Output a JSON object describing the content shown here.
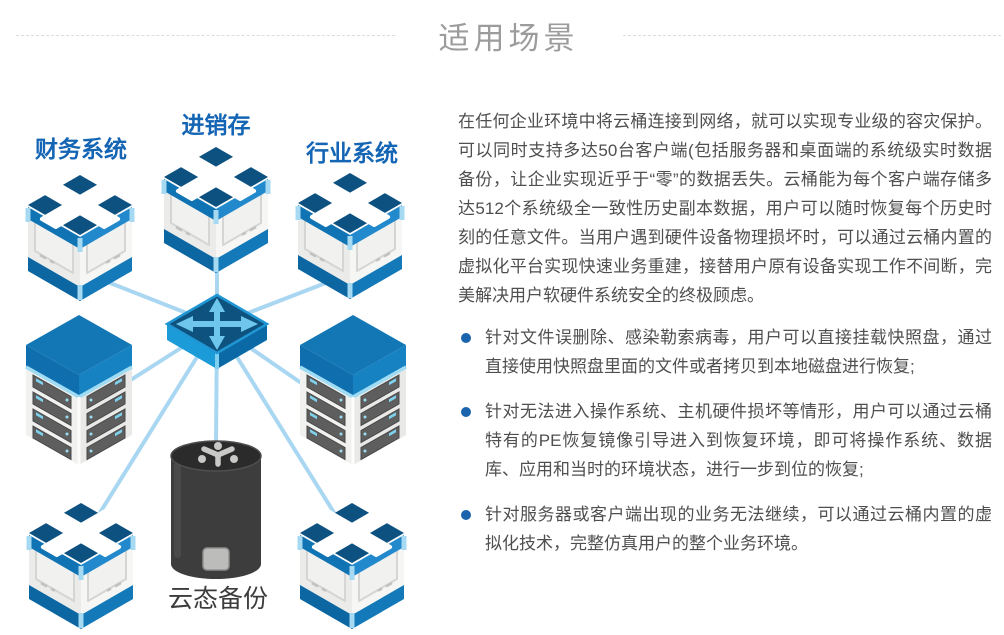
{
  "page": {
    "title": "适用场景"
  },
  "diagram": {
    "nodes": {
      "finance_label": "财务系统",
      "inventory_label": "进销存",
      "industry_label": "行业系统",
      "backup_label": "云态备份"
    }
  },
  "content": {
    "paragraph": "在任何企业环境中将云桶连接到网络，就可以实现专业级的容灾保护。可以同时支持多达50台客户端(包括服务器和桌面端的系统级实时数据备份，让企业实现近乎于“零”的数据丢失。云桶能为每个客户端存储多达512个系统级全一致性历史副本数据，用户可以随时恢复每个历史时刻的任意文件。当用户遇到硬件设备物理损坏时，可以通过云桶内置的虚拟化平台实现快速业务重建，接替用户原有设备实现工作不间断，完美解决用户软硬件系统安全的终极顾虑。",
    "bullets": [
      "针对文件误删除、感染勒索病毒，用户可以直接挂载快照盘，通过直接使用快照盘里面的文件或者拷贝到本地磁盘进行恢复;",
      "针对无法进入操作系统、主机硬件损坏等情形，用户可以通过云桶特有的PE恢复镜像引导进入到恢复环境，即可将操作系统、数据库、应用和当时的环境状态，进行一步到位的恢复;",
      "针对服务器或客户端出现的业务无法继续，可以通过云桶内置的虚拟化技术，完整仿真用户的整个业务环境。"
    ]
  },
  "colors": {
    "label_blue": "#1565b5",
    "bullet_blue": "#1964ad",
    "connector_blue": "#a9d7f2",
    "title_gray": "#9c9c9c",
    "body_text": "#4f4f4f",
    "cube_top_navy": "#0d5181",
    "server_top_blue": "#1377b5",
    "cylinder_dark": "#3d3d3d"
  }
}
